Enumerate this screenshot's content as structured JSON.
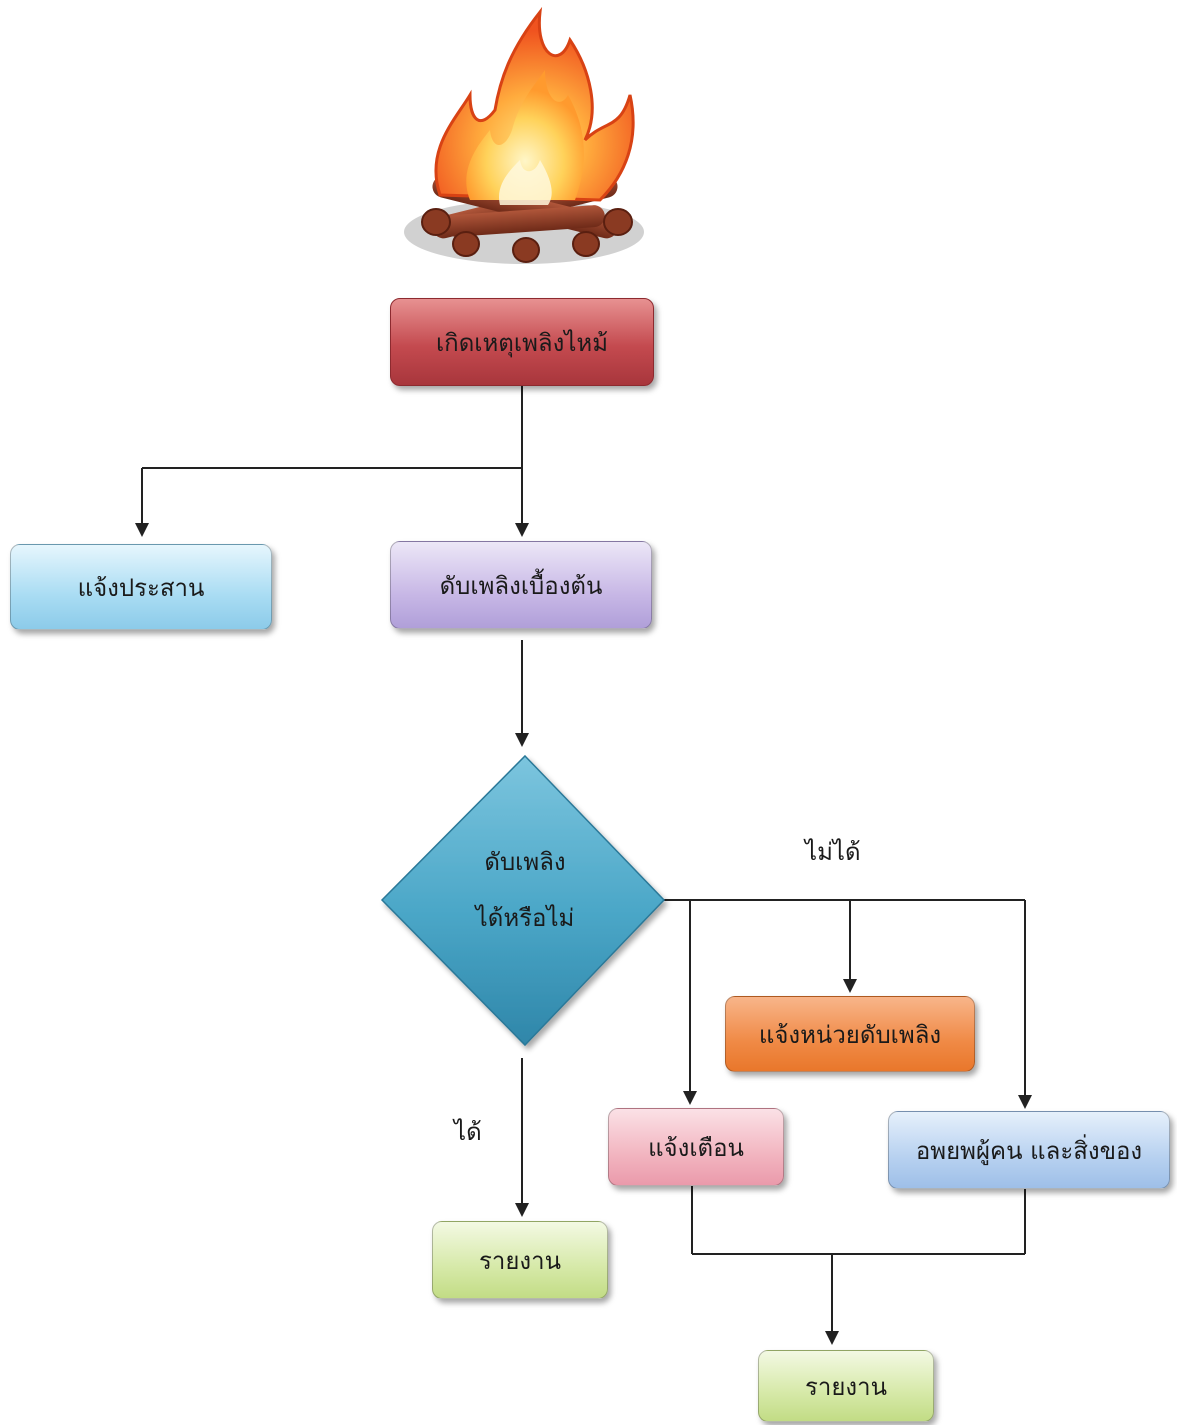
{
  "nodes": {
    "start": "เกิดเหตุเพลิงไหม้",
    "notify_coordinate": "แจ้งประสาน",
    "initial_extinguish": "ดับเพลิงเบื้องต้น",
    "decision_line1": "ดับเพลิง",
    "decision_line2": "ได้หรือไม่",
    "fire_dept": "แจ้งหน่วยดับเพลิง",
    "alarm": "แจ้งเตือน",
    "evacuate": "อพยพผู้คน และสิ่งของ",
    "report_ok": "รายงาน",
    "report_fail": "รายงาน"
  },
  "edge_labels": {
    "no": "ไม่ได้",
    "yes": "ได้"
  },
  "colors": {
    "start": "#c44a4f",
    "notify_coordinate": "#a9dcf3",
    "initial_extinguish": "#c8b8e6",
    "decision": "#4aa6c7",
    "fire_dept": "#f08a46",
    "alarm": "#f2b5c0",
    "evacuate": "#b7d1f0",
    "report": "#d6e9a8",
    "line": "#222222"
  },
  "icons": {
    "top_image": "campfire-icon"
  }
}
